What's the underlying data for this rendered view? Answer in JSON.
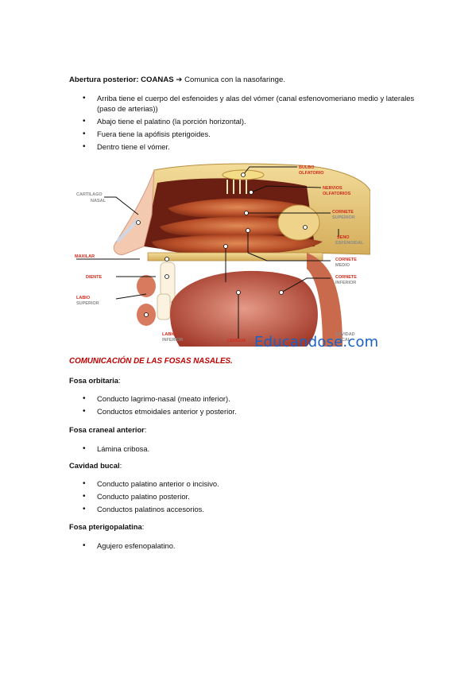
{
  "heading": {
    "label": "Abertura posterior: COANAS",
    "arrow": "➔",
    "text": "Comunica con la nasofaringe."
  },
  "coanas_items": [
    "Arriba tiene el cuerpo del esfenoides y alas del vómer (canal esfenovomeriano medio y laterales (paso de arterias))",
    "Abajo tiene el palatino (la porción horizontal).",
    "Fuera tiene la apófisis pterigoides.",
    "Dentro tiene el vómer."
  ],
  "figure": {
    "labels": {
      "bulbo": "BULBO",
      "bulbo2": "OLFATORIO",
      "nervios": "NERVIOS",
      "nervios2": "OLFATORIOS",
      "cornete_sup": "CORNETE",
      "cornete_sup2": "SUPERIOR",
      "seno": "SENO",
      "seno2": "ESFENOIDAL",
      "cornete_medio": "CORNETE",
      "cornete_medio2": "MEDIO",
      "cornete_inf": "CORNETE",
      "cornete_inf2": "INFERIOR",
      "cartilago": "CARTILAGO",
      "cartilago2": "NASAL",
      "maxilar": "MAXILAR",
      "diente": "DIENTE",
      "labio_sup": "LABIO",
      "labio_sup2": "SUPERIOR",
      "labio_inf": "LABIO",
      "labio_inf2": "INFERIOR",
      "lengua": "LENGUA",
      "cavidad": "CAVIDAD",
      "cavidad2": "BUCAL"
    },
    "watermark": "Educandose.com",
    "colors": {
      "label_red": "#d12a1c",
      "label_gray": "#8a8a8a",
      "watermark": "#1b61c4"
    }
  },
  "section": {
    "title": "COMUNICACIÓN DE LAS FOSAS NASALES."
  },
  "groups": [
    {
      "title": "Fosa orbitaria",
      "items": [
        "Conducto lagrimo-nasal (meato inferior).",
        "Conductos etmoidales anterior y posterior."
      ]
    },
    {
      "title": "Fosa craneal anterior",
      "items": [
        "Lámina cribosa."
      ]
    },
    {
      "title": "Cavidad bucal",
      "items": [
        "Conducto palatino anterior o incisivo.",
        "Conducto palatino posterior.",
        "Conductos palatinos accesorios."
      ]
    },
    {
      "title": "Fosa pterigopalatina",
      "items": [
        "Agujero esfenopalatino."
      ]
    }
  ]
}
